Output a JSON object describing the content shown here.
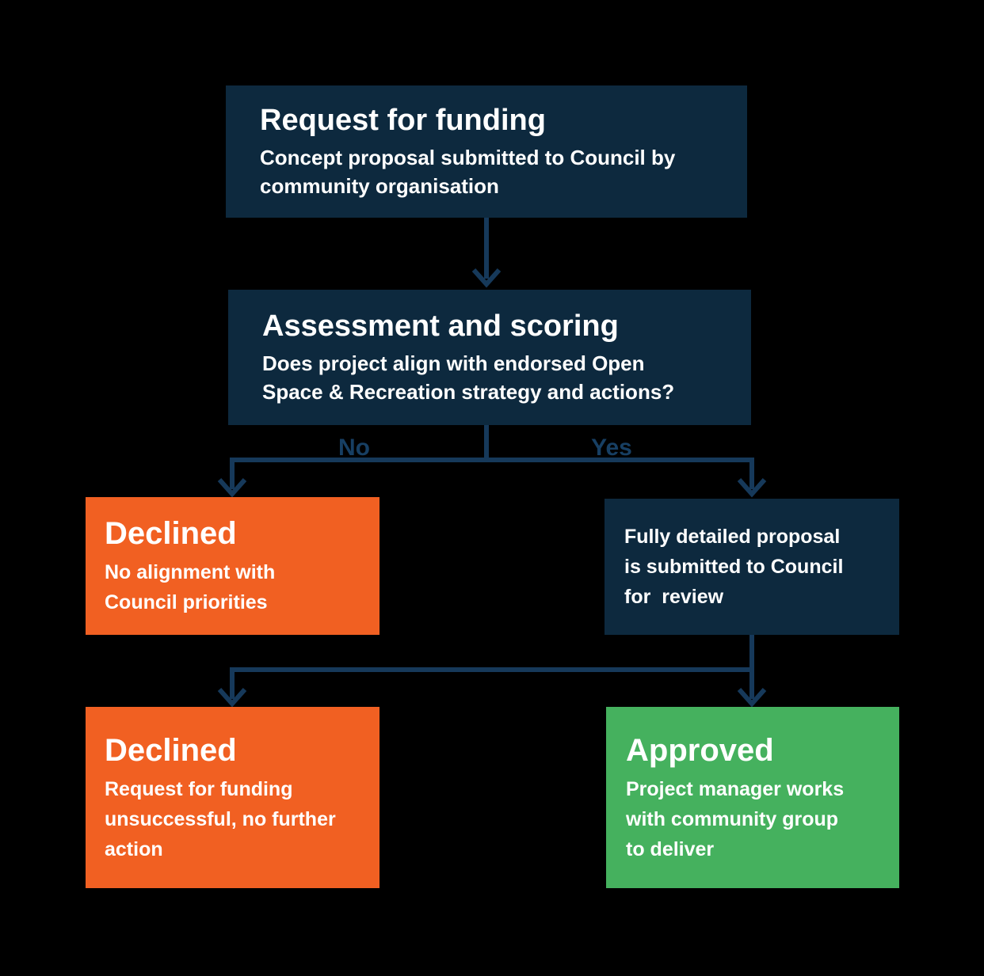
{
  "colors": {
    "background": "#000000",
    "box_navy": "#0D293E",
    "box_orange": "#F16022",
    "box_green": "#45B15E",
    "connector": "#16395A",
    "branch_label": "#173F63",
    "text": "#FFFFFF"
  },
  "nodes": [
    {
      "id": "request",
      "title": "Request for funding",
      "body": "Concept proposal submitted to Council by\ncommunity organisation",
      "variant": "navy"
    },
    {
      "id": "assessment",
      "title": "Assessment and scoring",
      "body": "Does project align with endorsed Open\nSpace & Recreation strategy and actions?",
      "variant": "navy"
    },
    {
      "id": "declined-concept",
      "title": "Declined",
      "body": "No alignment with\nCouncil priorities",
      "variant": "orange"
    },
    {
      "id": "proposal",
      "title": "",
      "body": "Fully detailed proposal\nis submitted to Council\nfor  review",
      "variant": "navy"
    },
    {
      "id": "declined-detailed",
      "title": "Declined",
      "body": "Request for funding\nunsuccessful, no further\naction",
      "variant": "orange"
    },
    {
      "id": "approved",
      "title": "Approved",
      "body": "Project manager works\nwith community group\nto deliver",
      "variant": "green"
    }
  ],
  "branch_labels": {
    "no": "No",
    "yes": "Yes"
  }
}
